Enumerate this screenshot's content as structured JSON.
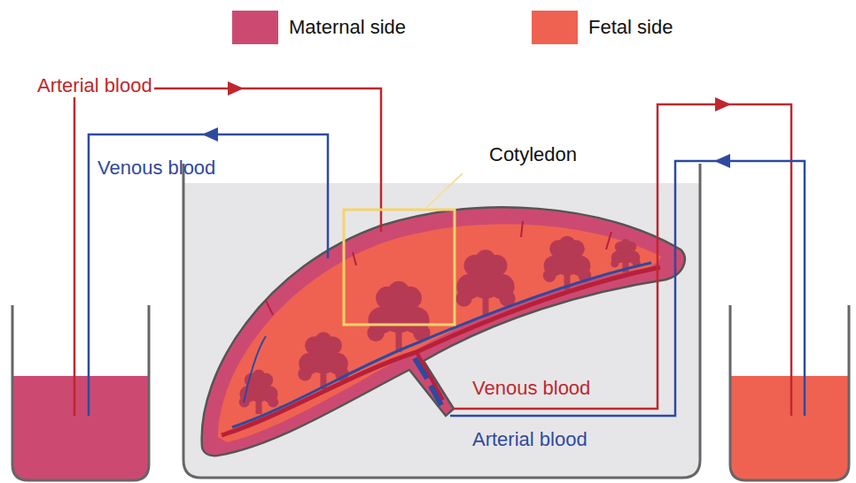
{
  "diagram": {
    "labels": [
      "Arterial blood",
      "Venous blood",
      "Cotyledon",
      "Venous blood",
      "Arterial blood"
    ],
    "legend": [
      {
        "text": "Maternal side",
        "color": "#cc4a72"
      },
      {
        "text": "Fetal side",
        "color": "#ef6251"
      }
    ]
  }
}
